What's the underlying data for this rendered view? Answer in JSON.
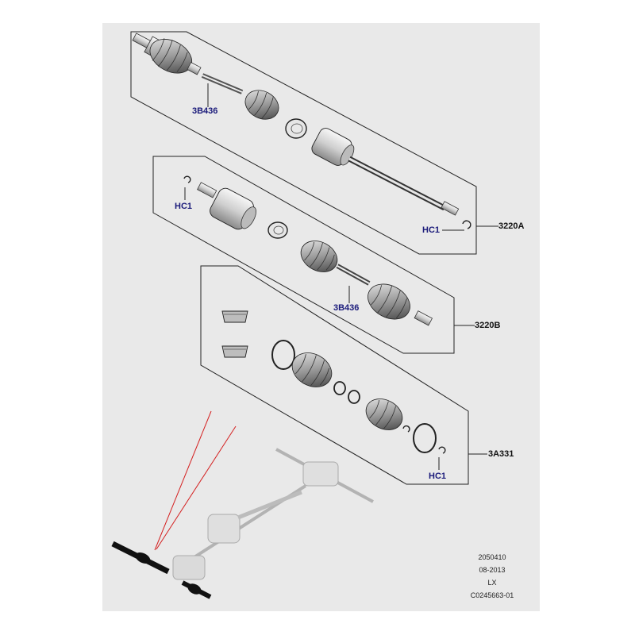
{
  "diagram": {
    "groups": [
      {
        "id": "3220A",
        "label": "3220A"
      },
      {
        "id": "3220B",
        "label": "3220B"
      },
      {
        "id": "3A331",
        "label": "3A331"
      }
    ],
    "part_callouts": {
      "boot_a": "3B436",
      "boot_b": "3B436",
      "clip_a_top": "HC1",
      "clip_a_bottom": "HC1",
      "clip_c": "HC1"
    },
    "colors": {
      "panel_background": "#e9e9e9",
      "outline": "#222222",
      "callout_text": "#1a1a7a",
      "indicator_line": "#d42020",
      "highlight_shaft": "#111111"
    }
  },
  "footer": {
    "line1": "2050410",
    "line2": "08-2013",
    "line3": "LX",
    "line4": "C0245663-01"
  }
}
